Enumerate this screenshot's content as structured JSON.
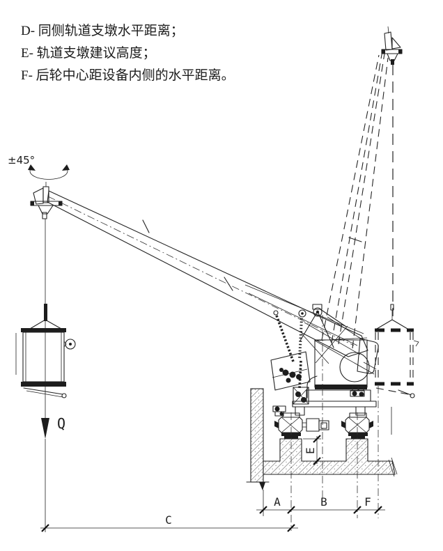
{
  "document": {
    "type": "technical-drawing",
    "background": "#ffffff",
    "ink": "#222222"
  },
  "legend": {
    "lines": [
      "D- 同侧轨道支墩水平距离；",
      "E- 轨道支墩建议高度；",
      "F- 后轮中心距设备内侧的水平距离。"
    ]
  },
  "annotations": {
    "slew_range": "±45°",
    "load_symbol": "Q"
  },
  "dimensions": {
    "a": "A",
    "b": "B",
    "c": "C",
    "e": "E",
    "f": "F"
  }
}
